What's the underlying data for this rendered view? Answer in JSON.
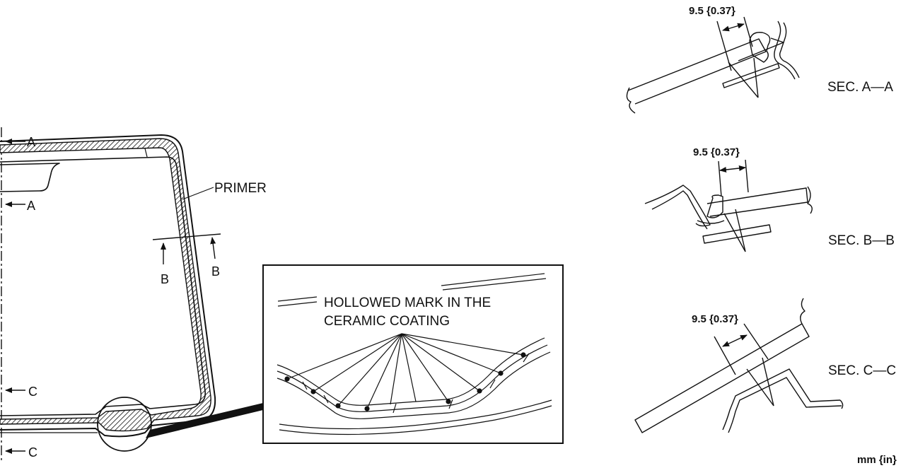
{
  "callouts": {
    "section_a_start": "A",
    "section_a_end": "A",
    "section_b_start": "B",
    "section_b_end": "B",
    "section_c_start": "C",
    "section_c_end": "C"
  },
  "primer_label": "PRIMER",
  "detail_note": [
    "HOLLOWED MARK IN THE",
    "CERAMIC COATING"
  ],
  "sections": [
    {
      "title": "SEC. A—A",
      "dimension": "9.5 {0.37}"
    },
    {
      "title": "SEC. B—B",
      "dimension": "9.5 {0.37}"
    },
    {
      "title": "SEC. C—C",
      "dimension": "9.5 {0.37}"
    }
  ],
  "units": "mm {in}"
}
